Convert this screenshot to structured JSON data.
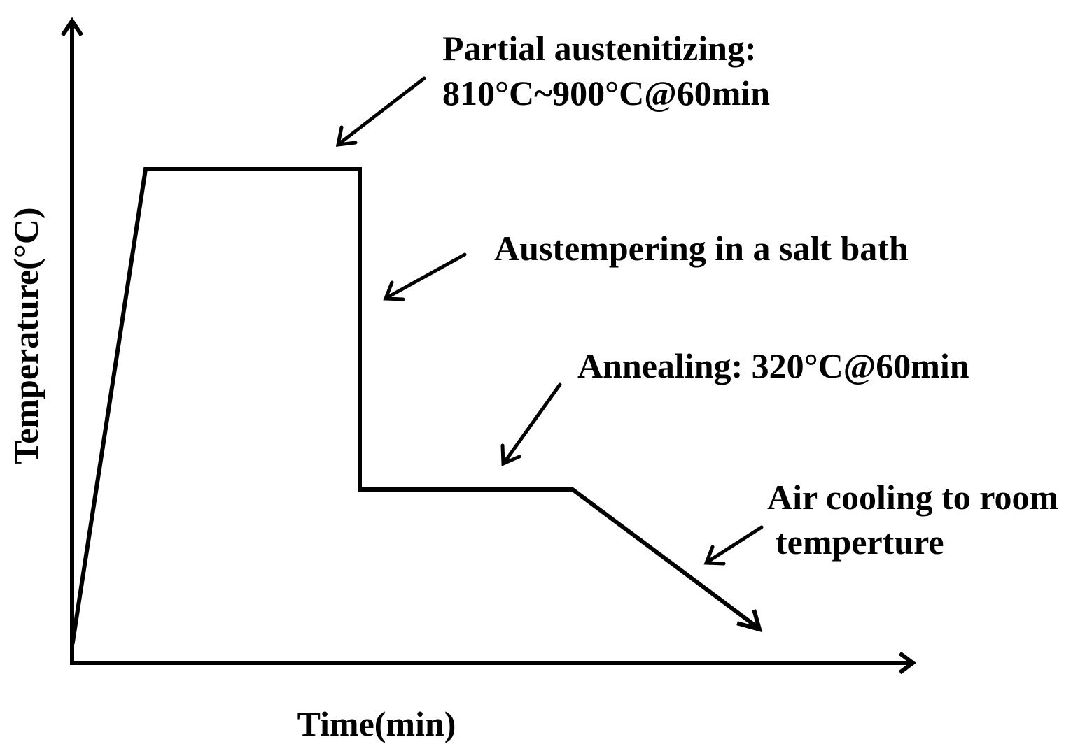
{
  "axes": {
    "x_label": "Time(min)",
    "y_label": "Temperature(°C)"
  },
  "annotations": {
    "austenitizing": {
      "line1": "Partial austenitizing:",
      "line2": "810°C~900°C@60min"
    },
    "austempering": {
      "line1": "Austempering in a salt bath"
    },
    "annealing": {
      "line1": "Annealing: 320°C@60min"
    },
    "air_cooling": {
      "line1": "Air cooling to room",
      "line2": "temperture"
    }
  },
  "colors": {
    "line": "#000000",
    "background": "#ffffff"
  }
}
